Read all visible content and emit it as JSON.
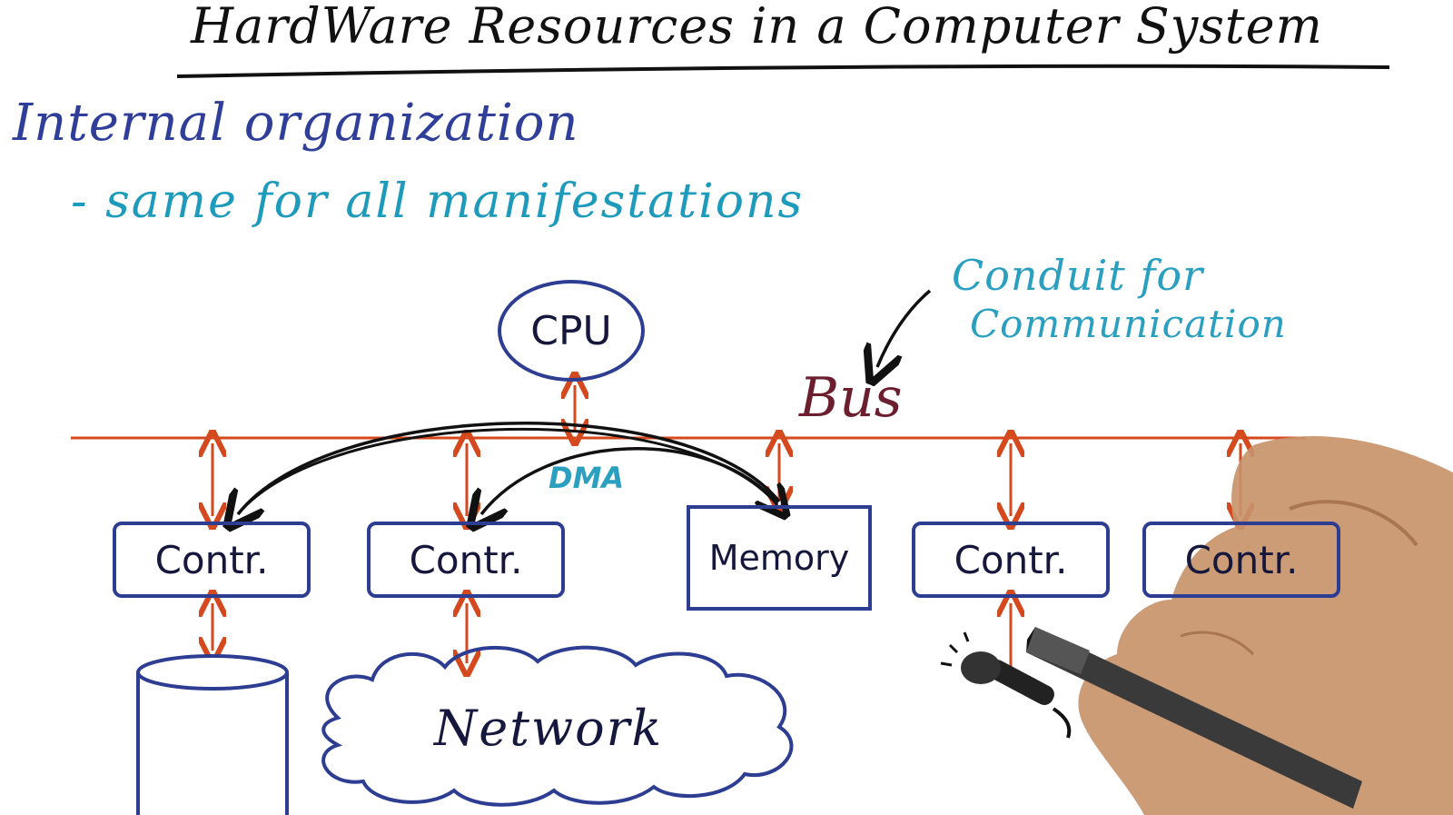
{
  "title": "HardWare Resources in a Computer System",
  "subtitle": "Internal organization",
  "subtitle_line2": "- same for all manifestations",
  "annotation": {
    "line1": "Conduit for",
    "line2": "Communication"
  },
  "bus_label": "Bus",
  "dma_label": "DMA",
  "nodes": {
    "cpu": "CPU",
    "controllers": [
      "Contr.",
      "Contr.",
      "Contr.",
      "Contr."
    ],
    "memory": "Memory",
    "network": "Network"
  },
  "colors": {
    "title": "#111111",
    "subtitle": "#2f3e99",
    "subtitle_line2": "#1e9bbb",
    "annotation": "#2a9fc0",
    "bus": "#6b1e2e",
    "bus_line": "#d4491d",
    "box_border": "#2c3d92",
    "node_text": "#15173d"
  },
  "icons": [
    "disk-cylinder-icon",
    "network-cloud-icon",
    "microphone-icon",
    "hand-with-marker-icon"
  ]
}
